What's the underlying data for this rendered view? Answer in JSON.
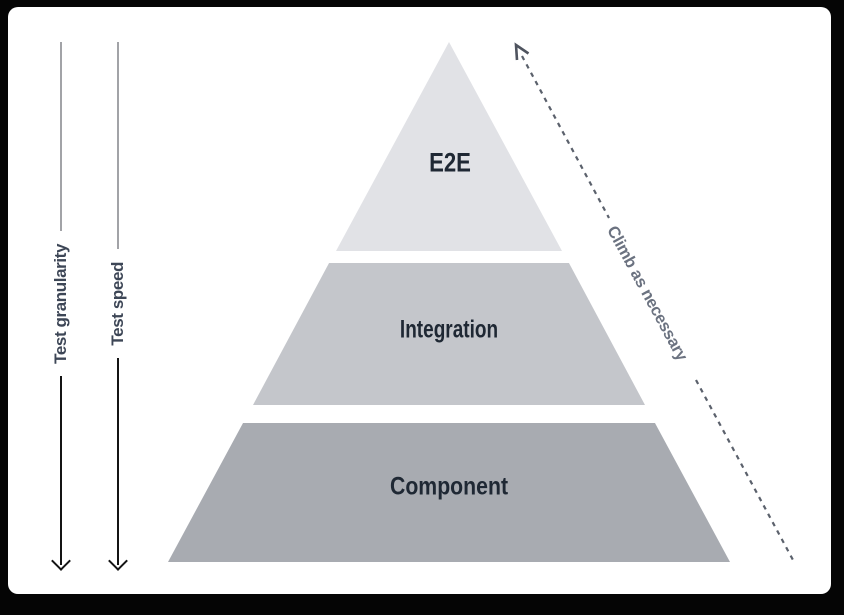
{
  "frame": {
    "border_color": "#050505",
    "surface_color": "#ffffff"
  },
  "axes": [
    {
      "label": "Test granularity",
      "top_line_color": "#a2a3a7",
      "arrow_color": "#141414",
      "text_color": "#3d4656",
      "direction": "down"
    },
    {
      "label": "Test speed",
      "top_line_color": "#a2a3a7",
      "arrow_color": "#141414",
      "text_color": "#3d4656",
      "direction": "down"
    }
  ],
  "pyramid": {
    "layers": [
      {
        "label": "E2E",
        "fill": "#e1e2e6",
        "text_color": "#1f2834"
      },
      {
        "label": "Integration",
        "fill": "#c4c6cb",
        "text_color": "#1f2834"
      },
      {
        "label": "Component",
        "fill": "#a8abb1",
        "text_color": "#1f2834"
      }
    ]
  },
  "climb_arrow": {
    "label": "Climb as necessary",
    "line_style": "dashed",
    "line_color": "#5b616c",
    "text_color": "#6b7280",
    "direction": "up"
  }
}
